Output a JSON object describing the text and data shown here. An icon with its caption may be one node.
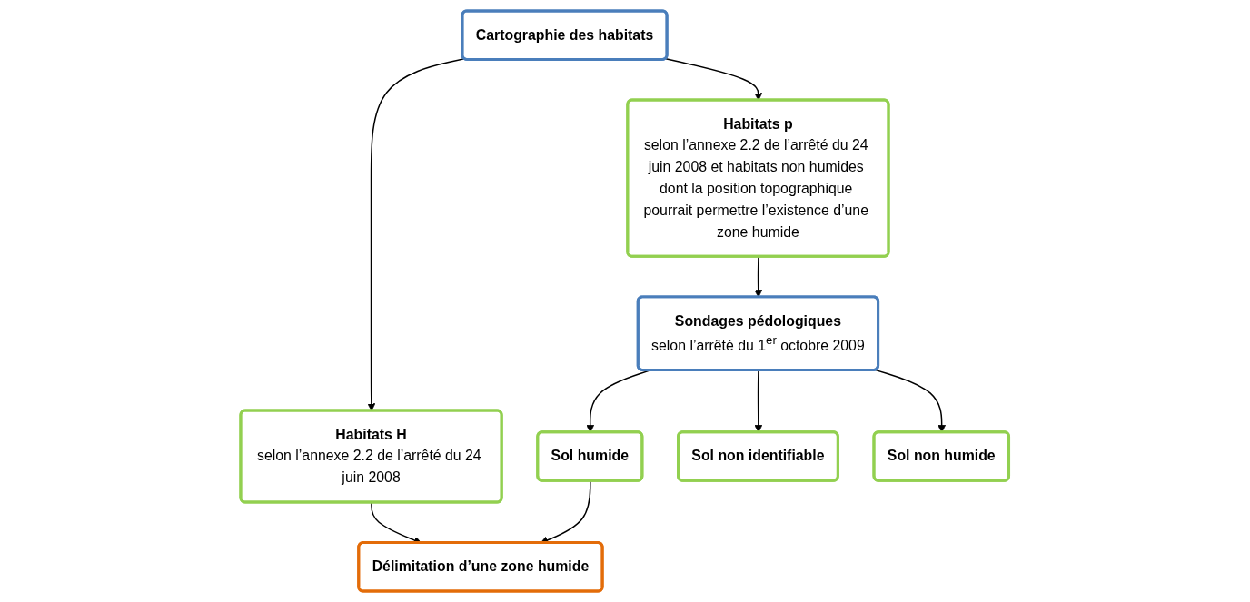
{
  "diagram": {
    "nodes": [
      {
        "text": [
          "Cartographie des habitats"
        ]
      },
      {
        "text": [
          "Habitats H",
          "selon l’annexe 2.2 de l’arrêté du 24 juin 2008"
        ]
      },
      {
        "text": [
          "Délimitation d’une zone humide"
        ]
      },
      {
        "text": [
          "Sol humide"
        ]
      },
      {
        "text": [
          "Habitats p",
          "selon l’annexe 2.2 de l’arrêté du 24 juin 2008 et habitats non humides dont la position topographique pourrait permettre l’existence d’une zone humide"
        ]
      },
      {
        "text": [
          "Sondages pédologiques",
          "selon l’arrêté du 1$^{er}$ octobre 2009"
        ]
      },
      {
        "text": [
          "Sol non identifiable"
        ]
      },
      {
        "text": [
          "Sol non humide"
        ]
      }
    ],
    "edges": [
      {
        "from": 0,
        "to": 1,
        "arrow": "to"
      },
      {
        "from": 1,
        "to": 2,
        "arrow": "to"
      },
      {
        "from": 0,
        "to": 4,
        "arrow": "to"
      },
      {
        "from": 4,
        "to": 5,
        "arrow": "to"
      },
      {
        "from": 5,
        "to": 3,
        "arrow": "to"
      },
      {
        "from": 3,
        "to": 2,
        "arrow": "to"
      },
      {
        "from": 5,
        "to": 6,
        "arrow": "to"
      },
      {
        "from": 5,
        "to": 7,
        "arrow": "to"
      }
    ]
  }
}
